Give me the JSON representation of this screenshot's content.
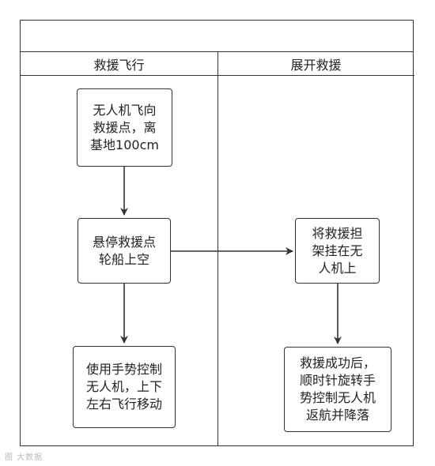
{
  "diagram": {
    "title": "",
    "lanes": [
      {
        "id": "lane1",
        "label": "救援飞行"
      },
      {
        "id": "lane2",
        "label": "展开救援"
      }
    ],
    "nodes": [
      {
        "id": "n1",
        "lane": "lane1",
        "text": "无人机飞向\n救援点，离\n基地100cm"
      },
      {
        "id": "n2",
        "lane": "lane1",
        "text": "悬停救援点\n轮船上空"
      },
      {
        "id": "n3",
        "lane": "lane1",
        "text": "使用手势控制\n无人机，上下\n左右飞行移动"
      },
      {
        "id": "n4",
        "lane": "lane2",
        "text": "将救援担\n架挂在无\n人机上"
      },
      {
        "id": "n5",
        "lane": "lane2",
        "text": "救援成功后，\n顺时针旋转手\n势控制无人机\n返航并降落"
      }
    ],
    "edges": [
      {
        "from": "n1",
        "to": "n2"
      },
      {
        "from": "n2",
        "to": "n3"
      },
      {
        "from": "n2",
        "to": "n4"
      },
      {
        "from": "n4",
        "to": "n5"
      }
    ]
  },
  "watermark": "图 大数据"
}
